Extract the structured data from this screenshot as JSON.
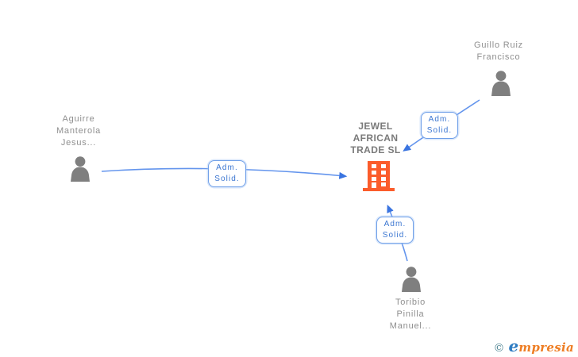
{
  "colors": {
    "edge_blue": "#6495ed",
    "arrow_blue": "#3a74e0",
    "label_border_blue": "#6f9fe8",
    "label_text_blue": "#3b76d1",
    "person_gray": "#7f7f7f",
    "name_text_gray": "#8f8f8f",
    "company_text_gray": "#7a7a7a",
    "building_orange": "#fb5c2b",
    "logo_copyright_teal": "#4f8593",
    "logo_e_blue": "#2e7cc2",
    "logo_rest_orange": "#ee7d23"
  },
  "diagram": {
    "company": {
      "name_lines": [
        "JEWEL",
        "AFRICAN",
        "TRADE SL"
      ],
      "icon": "building-icon"
    },
    "people": [
      {
        "name_lines": [
          "Aguirre",
          "Manterola",
          "Jesus..."
        ],
        "icon": "person-icon"
      },
      {
        "name_lines": [
          "Guillo Ruiz",
          "Francisco"
        ],
        "icon": "person-icon"
      },
      {
        "name_lines": [
          "Toribio",
          "Pinilla",
          "Manuel..."
        ],
        "icon": "person-icon"
      }
    ],
    "edges": [
      {
        "from": "Aguirre Manterola Jesus...",
        "to": "JEWEL AFRICAN TRADE SL",
        "label_lines": [
          "Adm.",
          "Solid."
        ]
      },
      {
        "from": "Guillo Ruiz Francisco",
        "to": "JEWEL AFRICAN TRADE SL",
        "label_lines": [
          "Adm.",
          "Solid."
        ]
      },
      {
        "from": "Toribio Pinilla Manuel...",
        "to": "JEWEL AFRICAN TRADE SL",
        "label_lines": [
          "Adm.",
          "Solid."
        ]
      }
    ]
  },
  "footer": {
    "copyright_symbol": "©",
    "logo_first_letter": "e",
    "logo_rest": "mpresia"
  }
}
